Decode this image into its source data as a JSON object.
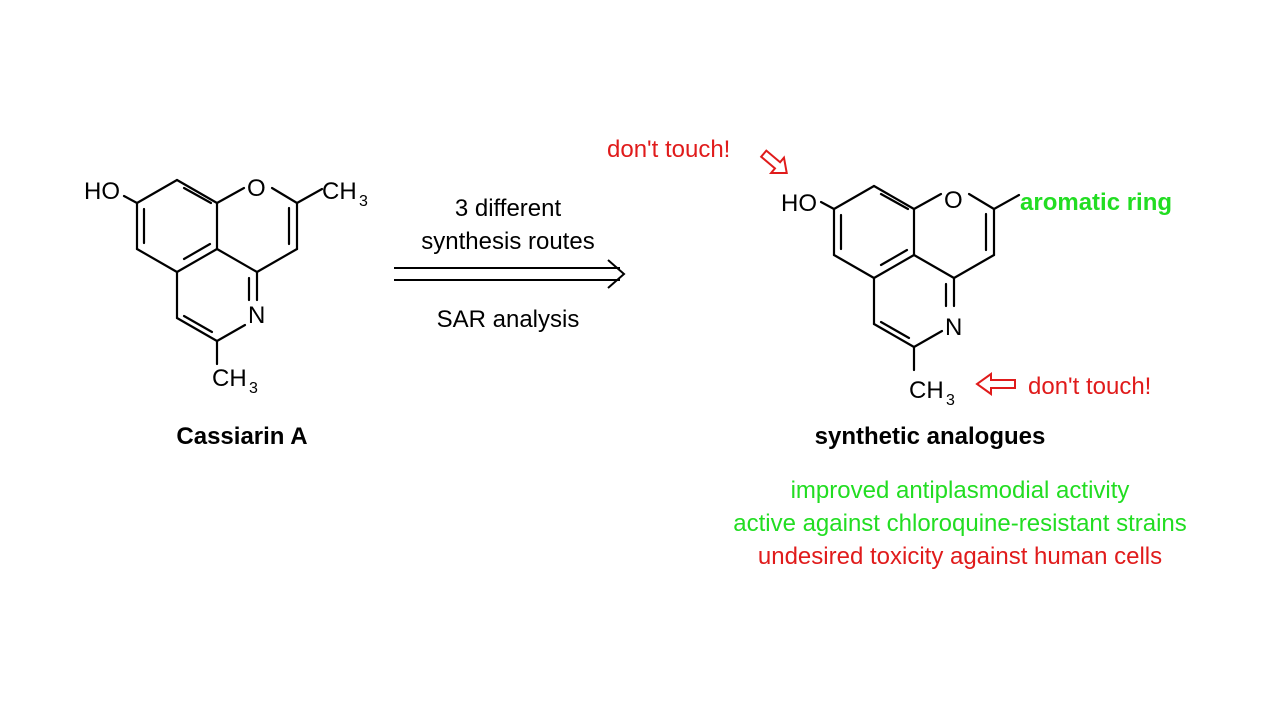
{
  "left_molecule": {
    "name": "Cassiarin A",
    "labels": {
      "ho": "HO",
      "o": "O",
      "n": "N",
      "ch3_top": "CH",
      "ch3_top_sub": "3",
      "ch3_bottom": "CH",
      "ch3_bottom_sub": "3"
    }
  },
  "reaction": {
    "above": [
      "3 different",
      "synthesis routes"
    ],
    "below": "SAR analysis"
  },
  "right_molecule": {
    "name": "synthetic analogues",
    "labels": {
      "ho": "HO",
      "o": "O",
      "n": "N",
      "ch3": "CH",
      "ch3_sub": "3"
    },
    "annotations": {
      "top_left": "don't touch!",
      "bottom_right": "don't touch!",
      "right": "aromatic ring"
    }
  },
  "results": [
    {
      "text": "improved antiplasmodial activity",
      "color": "#22dd22"
    },
    {
      "text": "active against chloroquine-resistant strains",
      "color": "#22dd22"
    },
    {
      "text": "undesired toxicity against human cells",
      "color": "#e01b1b"
    }
  ],
  "colors": {
    "red": "#e01b1b",
    "green": "#22dd22",
    "black": "#000000"
  }
}
